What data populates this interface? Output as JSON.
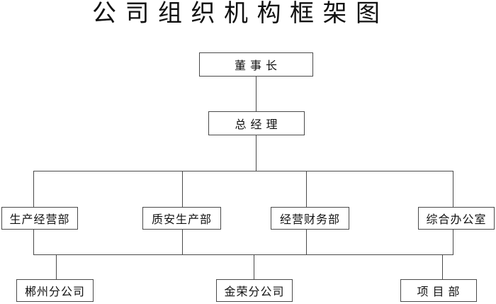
{
  "title": "公 司 组 织 机 构 框 架 图",
  "nodes": {
    "chairman": "董 事 长",
    "general_manager": "总 经 理",
    "dept_production_operations": "生产经营部",
    "dept_quality_safety_production": "质安生产部",
    "dept_operations_finance": "经营财务部",
    "dept_general_office": "综合办公室",
    "branch_chenzhou": "郴州分公司",
    "branch_jinrong": "金荣分公司",
    "dept_project": "项 目 部"
  },
  "hierarchy": {
    "edges": [
      {
        "parent": "董 事 长",
        "child": "总 经 理"
      },
      {
        "parent": "总 经 理",
        "child": "生产经营部"
      },
      {
        "parent": "总 经 理",
        "child": "质安生产部"
      },
      {
        "parent": "总 经 理",
        "child": "经营财务部"
      },
      {
        "parent": "总 经 理",
        "child": "综合办公室"
      },
      {
        "parent": "部门层",
        "child": "郴州分公司"
      },
      {
        "parent": "部门层",
        "child": "金荣分公司"
      },
      {
        "parent": "部门层",
        "child": "项 目 部"
      }
    ]
  },
  "colors": {
    "line": "#4a4a4a",
    "text": "#111111",
    "background": "#ffffff"
  }
}
